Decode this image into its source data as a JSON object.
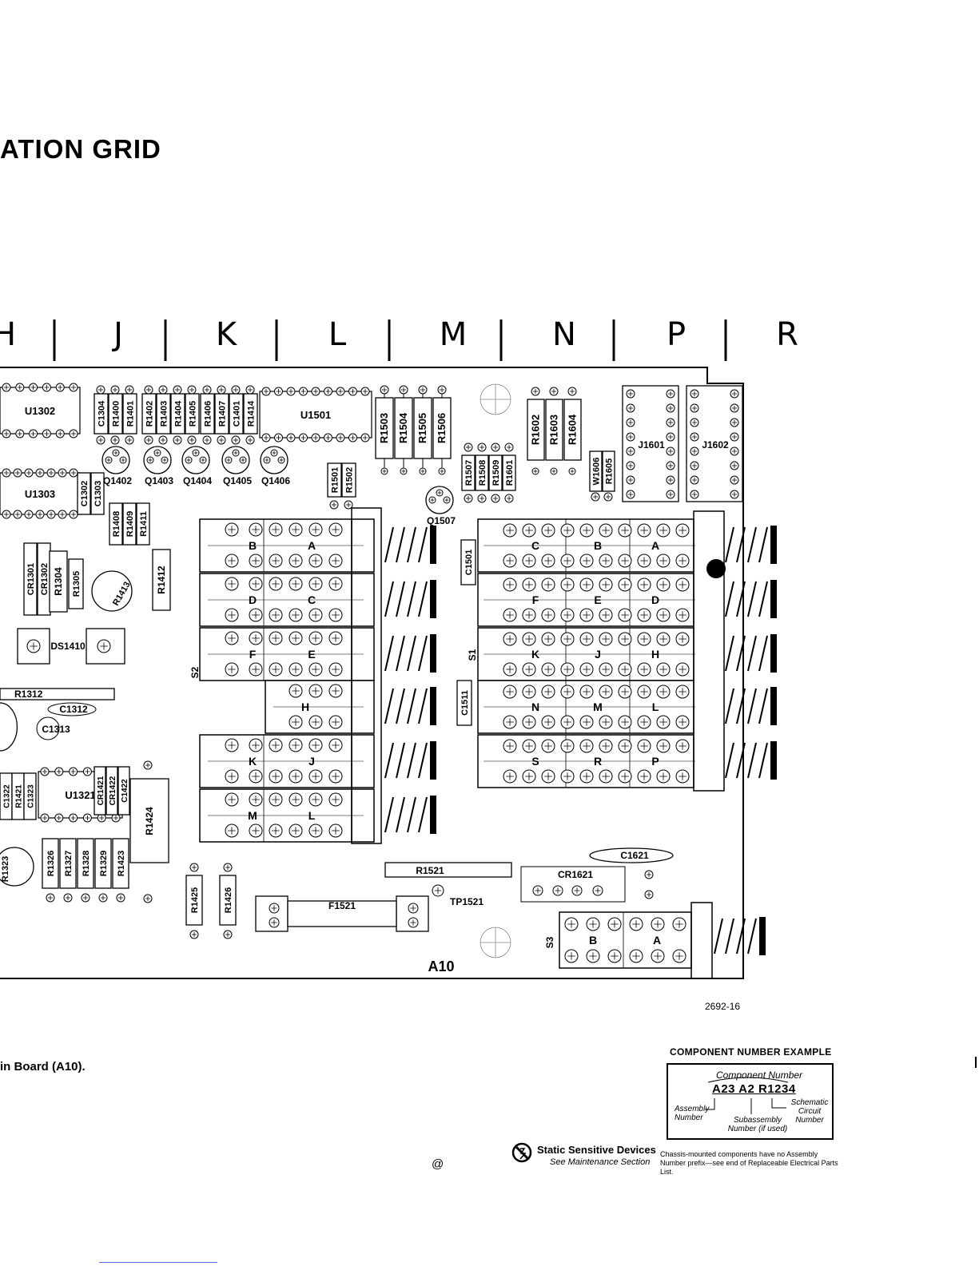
{
  "page": {
    "title": "ATION GRID",
    "caption": "in Board (A10).",
    "drawing_number": "2692-16",
    "page_marker": "@",
    "board_label": "A10"
  },
  "grid_letters": [
    "H",
    "J",
    "K",
    "L",
    "M",
    "N",
    "P",
    "R"
  ],
  "components": {
    "ics": [
      "U1302",
      "U1303",
      "U1501",
      "U1321"
    ],
    "connectors": [
      "J1601",
      "J1602"
    ],
    "transistors": [
      "Q1402",
      "Q1403",
      "Q1404",
      "Q1405",
      "Q1406",
      "Q1507"
    ],
    "resistors_top": [
      "R1400",
      "R1401",
      "R1402",
      "R1403",
      "R1404",
      "R1405",
      "R1406",
      "R1407",
      "R1414"
    ],
    "caps_top": [
      "C1304",
      "C1401"
    ],
    "resistors_mid": [
      "R1503",
      "R1504",
      "R1505",
      "R1506",
      "R1602",
      "R1603",
      "R1604"
    ],
    "small_vert": [
      "R1501",
      "R1502",
      "R1507",
      "R1508",
      "R1509",
      "R1601",
      "W1606",
      "R1605",
      "C1302",
      "C1303"
    ],
    "left_parts": [
      "R1408",
      "R1409",
      "R1411",
      "R1412",
      "R1413",
      "CR1301",
      "CR1302",
      "R1304",
      "R1305",
      "DS1410",
      "R1312",
      "C1312",
      "C1313"
    ],
    "lower_left": [
      "C1322",
      "R1421",
      "C1323",
      "CR1421",
      "CR1422",
      "C1422",
      "R1424",
      "R1323",
      "R1326",
      "R1327",
      "R1328",
      "R1329",
      "R1423",
      "R1425",
      "R1426"
    ],
    "misc": [
      "C1501",
      "C1511",
      "S1",
      "S2",
      "S3",
      "R1521",
      "TP1521",
      "F1521",
      "CR1621",
      "C1621"
    ]
  },
  "switch_sections": {
    "s2_left": [
      [
        "B",
        "A"
      ],
      [
        "D",
        "C"
      ],
      [
        "F",
        "E"
      ],
      [
        "H"
      ],
      [
        "K",
        "J"
      ],
      [
        "M",
        "L"
      ]
    ],
    "s1_right": [
      [
        "C",
        "B",
        "A"
      ],
      [
        "F",
        "E",
        "D"
      ],
      [
        "K",
        "J",
        "H"
      ],
      [
        "N",
        "M",
        "L"
      ],
      [
        "S",
        "R",
        "P"
      ]
    ],
    "s3": [
      "B",
      "A"
    ]
  },
  "component_number_example": {
    "title": "COMPONENT NUMBER EXAMPLE",
    "component_number_label": "Component Number",
    "example": "A23 A2 R1234",
    "assembly_label": "Assembly Number",
    "subassembly_label": "Subassembly Number (if used)",
    "schematic_label": "Schematic Circuit Number",
    "note": "Chassis-mounted components have no Assembly Number prefix—see end of Replaceable Electrical Parts List."
  },
  "static_notice": {
    "title": "Static Sensitive Devices",
    "subtitle": "See Maintenance Section",
    "icon": "static-sensitive-icon"
  }
}
